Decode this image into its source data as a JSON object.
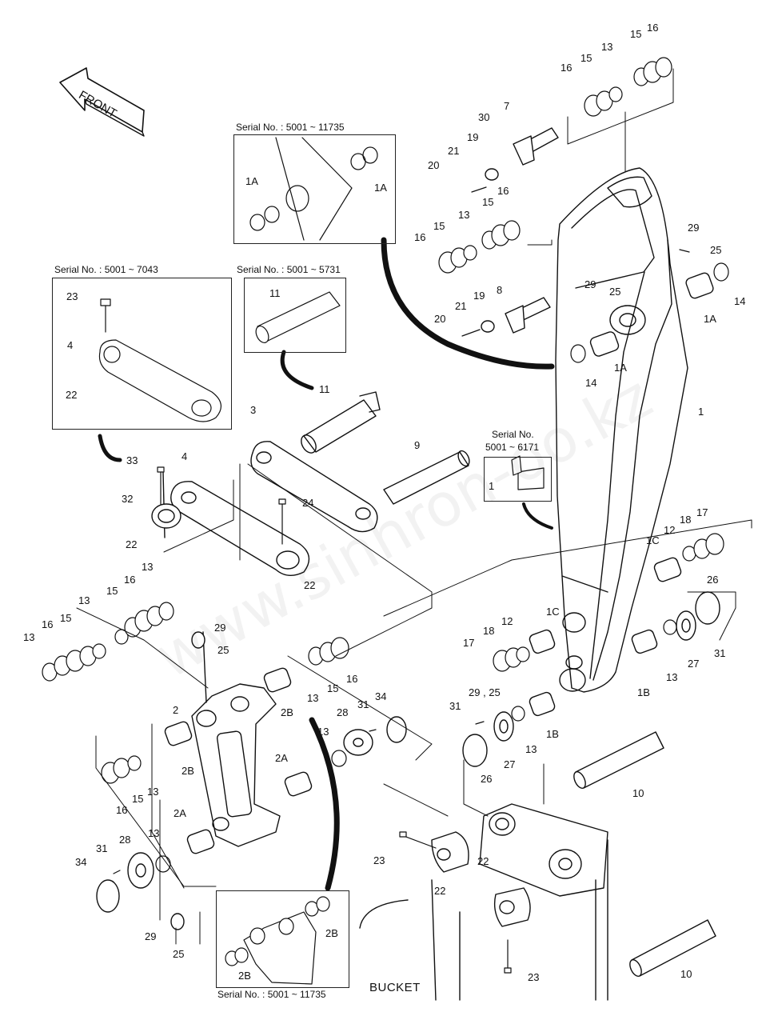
{
  "diagram": {
    "front_arrow": "FRONT",
    "bucket_label": "BUCKET",
    "watermark": "www.sinhron-oo.kz",
    "inset_titles": {
      "top_bushing": "Serial No. : 5001 ~ 11735",
      "link": "Serial No. : 5001 ~ 7043",
      "pin": "Serial No. : 5001 ~ 5731",
      "plate_line1": "Serial No.",
      "plate_line2": "5001 ~ 6171",
      "bottom_link": "Serial No. : 5001 ~ 11735"
    },
    "callouts": [
      {
        "id": "c-16a",
        "text": "16"
      },
      {
        "id": "c-15a",
        "text": "15"
      },
      {
        "id": "c-13a",
        "text": "13"
      },
      {
        "id": "c-16b",
        "text": "16"
      },
      {
        "id": "c-15b",
        "text": "15"
      },
      {
        "id": "c-30",
        "text": "30"
      },
      {
        "id": "c-7",
        "text": "7"
      },
      {
        "id": "c-19a",
        "text": "19"
      },
      {
        "id": "c-21a",
        "text": "21"
      },
      {
        "id": "c-20a",
        "text": "20"
      },
      {
        "id": "c-16c",
        "text": "16"
      },
      {
        "id": "c-15c",
        "text": "15"
      },
      {
        "id": "c-13b",
        "text": "13"
      },
      {
        "id": "c-16d",
        "text": "16"
      },
      {
        "id": "c-15d",
        "text": "15"
      },
      {
        "id": "c-1A-in1",
        "text": "1A"
      },
      {
        "id": "c-1A-in2",
        "text": "1A"
      },
      {
        "id": "c-29a",
        "text": "29"
      },
      {
        "id": "c-25a",
        "text": "25"
      },
      {
        "id": "c-14a",
        "text": "14"
      },
      {
        "id": "c-1A-a",
        "text": "1A"
      },
      {
        "id": "c-23a",
        "text": "23"
      },
      {
        "id": "c-4a",
        "text": "4"
      },
      {
        "id": "c-22a",
        "text": "22"
      },
      {
        "id": "c-11a",
        "text": "11"
      },
      {
        "id": "c-8",
        "text": "8"
      },
      {
        "id": "c-19b",
        "text": "19"
      },
      {
        "id": "c-21b",
        "text": "21"
      },
      {
        "id": "c-20b",
        "text": "20"
      },
      {
        "id": "c-29b",
        "text": "29"
      },
      {
        "id": "c-25b",
        "text": "25"
      },
      {
        "id": "c-1A-b",
        "text": "1A"
      },
      {
        "id": "c-14b",
        "text": "14"
      },
      {
        "id": "c-11b",
        "text": "11"
      },
      {
        "id": "c-1a",
        "text": "1"
      },
      {
        "id": "c-3",
        "text": "3"
      },
      {
        "id": "c-9",
        "text": "9"
      },
      {
        "id": "c-1b",
        "text": "1"
      },
      {
        "id": "c-33",
        "text": "33"
      },
      {
        "id": "c-4b",
        "text": "4"
      },
      {
        "id": "c-24",
        "text": "24"
      },
      {
        "id": "c-32",
        "text": "32"
      },
      {
        "id": "c-22b",
        "text": "22"
      },
      {
        "id": "c-22c",
        "text": "22"
      },
      {
        "id": "c-13c",
        "text": "13"
      },
      {
        "id": "c-16e",
        "text": "16"
      },
      {
        "id": "c-15e",
        "text": "15"
      },
      {
        "id": "c-13d",
        "text": "13"
      },
      {
        "id": "c-15f",
        "text": "15"
      },
      {
        "id": "c-16f",
        "text": "16"
      },
      {
        "id": "c-13e",
        "text": "13"
      },
      {
        "id": "c-17a",
        "text": "17"
      },
      {
        "id": "c-18a",
        "text": "18"
      },
      {
        "id": "c-12a",
        "text": "12"
      },
      {
        "id": "c-1C-a",
        "text": "1C"
      },
      {
        "id": "c-26a",
        "text": "26"
      },
      {
        "id": "c-29c",
        "text": "29"
      },
      {
        "id": "c-25c",
        "text": "25"
      },
      {
        "id": "c-13f",
        "text": "13"
      },
      {
        "id": "c-15g",
        "text": "15"
      },
      {
        "id": "c-16g",
        "text": "16"
      },
      {
        "id": "c-1C-b",
        "text": "1C"
      },
      {
        "id": "c-18b",
        "text": "18"
      },
      {
        "id": "c-12b",
        "text": "12"
      },
      {
        "id": "c-17b",
        "text": "17"
      },
      {
        "id": "c-29-25",
        "text": "29 , 25"
      },
      {
        "id": "c-1B-a",
        "text": "1B"
      },
      {
        "id": "c-13g",
        "text": "13"
      },
      {
        "id": "c-27a",
        "text": "27"
      },
      {
        "id": "c-31a",
        "text": "31"
      },
      {
        "id": "c-2a",
        "text": "2"
      },
      {
        "id": "c-2B-a",
        "text": "2B"
      },
      {
        "id": "c-31b",
        "text": "31"
      },
      {
        "id": "c-34a",
        "text": "34"
      },
      {
        "id": "c-28a",
        "text": "28"
      },
      {
        "id": "c-31c",
        "text": "31"
      },
      {
        "id": "c-1B-b",
        "text": "1B"
      },
      {
        "id": "c-13h",
        "text": "13"
      },
      {
        "id": "c-27b",
        "text": "27"
      },
      {
        "id": "c-26b",
        "text": "26"
      },
      {
        "id": "c-2B-b",
        "text": "2B"
      },
      {
        "id": "c-13i",
        "text": "13"
      },
      {
        "id": "c-16h",
        "text": "16"
      },
      {
        "id": "c-15h",
        "text": "15"
      },
      {
        "id": "c-13j",
        "text": "13"
      },
      {
        "id": "c-2A-a",
        "text": "2A"
      },
      {
        "id": "c-10a",
        "text": "10"
      },
      {
        "id": "c-2A-b",
        "text": "2A"
      },
      {
        "id": "c-13k",
        "text": "13"
      },
      {
        "id": "c-28b",
        "text": "28"
      },
      {
        "id": "c-31d",
        "text": "31"
      },
      {
        "id": "c-34b",
        "text": "34"
      },
      {
        "id": "c-23b",
        "text": "23"
      },
      {
        "id": "c-22d",
        "text": "22"
      },
      {
        "id": "c-22e",
        "text": "22"
      },
      {
        "id": "c-29d",
        "text": "29"
      },
      {
        "id": "c-25d",
        "text": "25"
      },
      {
        "id": "c-2B-c",
        "text": "2B"
      },
      {
        "id": "c-2B-d",
        "text": "2B"
      },
      {
        "id": "c-23c",
        "text": "23"
      },
      {
        "id": "c-10b",
        "text": "10"
      }
    ]
  }
}
